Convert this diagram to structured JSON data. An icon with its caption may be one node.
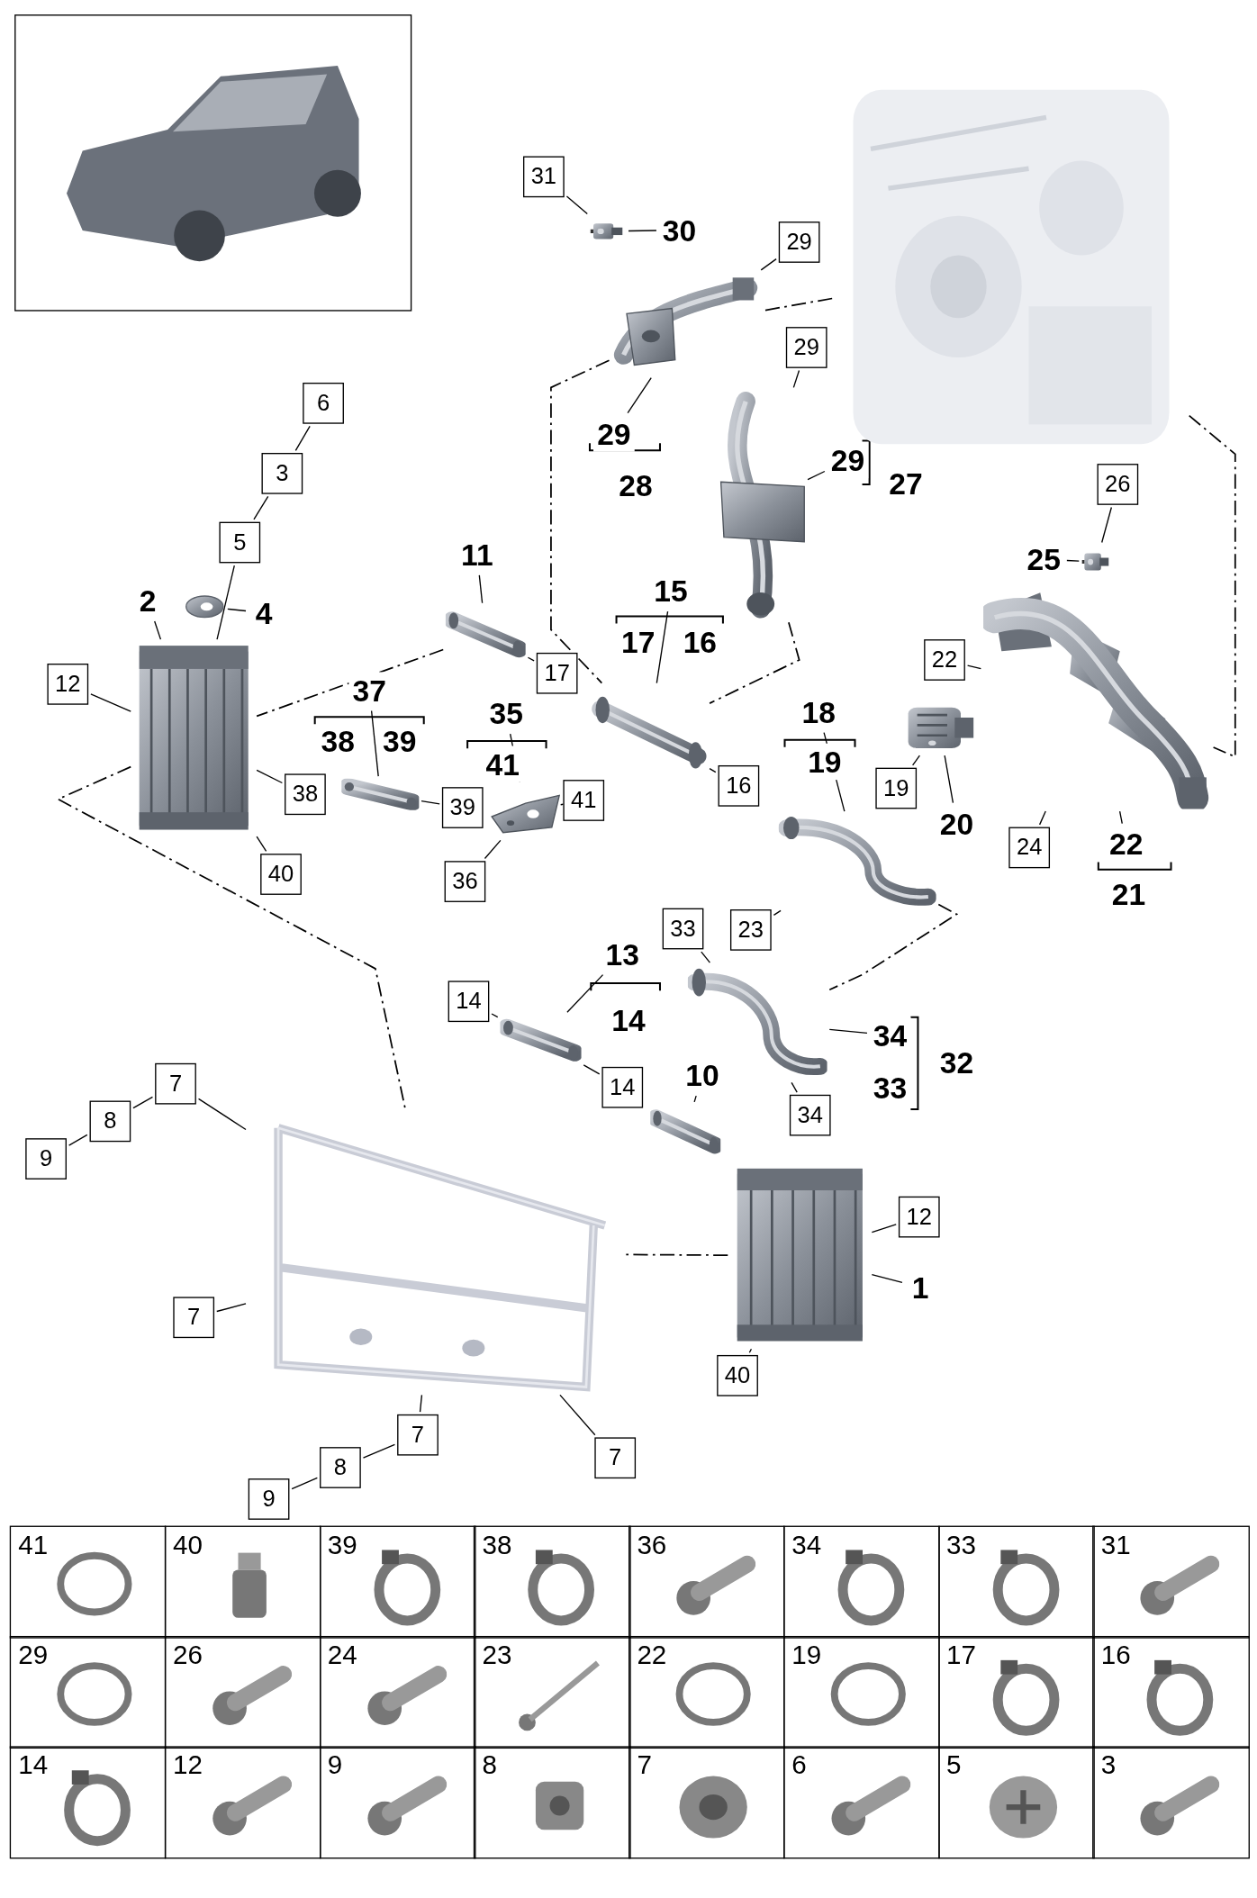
{
  "diagram": {
    "nodes": [
      {
        "text": [],
        "shape": "picture"
      },
      {
        "text": [],
        "shape": "picture"
      },
      {
        "text": [],
        "shape": "picture"
      },
      {
        "text": [],
        "shape": "picture"
      },
      {
        "text": [],
        "shape": "picture"
      },
      {
        "text": [],
        "shape": "picture"
      },
      {
        "text": [],
        "shape": "picture"
      },
      {
        "text": [],
        "shape": "picture"
      },
      {
        "text": [],
        "shape": "picture"
      },
      {
        "text": [],
        "shape": "picture"
      },
      {
        "text": [],
        "shape": "picture"
      },
      {
        "text": [],
        "shape": "picture"
      },
      {
        "text": [],
        "shape": "picture"
      },
      {
        "text": [],
        "shape": "picture"
      },
      {
        "text": [],
        "shape": "picture"
      },
      {
        "text": [],
        "shape": "picture"
      },
      {
        "text": [],
        "shape": "picture"
      },
      {
        "text": [],
        "shape": "picture"
      },
      {
        "text": [],
        "shape": "picture"
      },
      {
        "text": [
          "31"
        ]
      },
      {
        "text": [
          "30"
        ]
      },
      {
        "text": [
          "29"
        ]
      },
      {
        "text": [
          "29"
        ]
      },
      {
        "text": [
          "6"
        ]
      },
      {
        "text": [
          "29"
        ]
      },
      {
        "text": [
          "28"
        ]
      },
      {
        "text": [
          "29"
        ]
      },
      {
        "text": [
          "27"
        ]
      },
      {
        "text": [
          "26"
        ]
      },
      {
        "text": [
          "3"
        ]
      },
      {
        "text": [
          "5"
        ]
      },
      {
        "text": [
          "11"
        ]
      },
      {
        "text": [
          "25"
        ]
      },
      {
        "text": [
          "15"
        ]
      },
      {
        "text": [
          "2"
        ]
      },
      {
        "text": [
          "4"
        ]
      },
      {
        "text": [
          "17"
        ]
      },
      {
        "text": [
          "16"
        ]
      },
      {
        "text": [
          "17"
        ]
      },
      {
        "text": [
          "22"
        ]
      },
      {
        "text": [
          "12"
        ]
      },
      {
        "text": [
          "37"
        ]
      },
      {
        "text": [
          "18"
        ]
      },
      {
        "text": [
          "35"
        ]
      },
      {
        "text": [
          "38"
        ]
      },
      {
        "text": [
          "39"
        ]
      },
      {
        "text": [
          "24"
        ]
      },
      {
        "text": [
          "19"
        ]
      },
      {
        "text": [
          "41"
        ]
      },
      {
        "text": [
          "16"
        ]
      },
      {
        "text": [
          "19"
        ]
      },
      {
        "text": [
          "38"
        ]
      },
      {
        "text": [
          "41"
        ]
      },
      {
        "text": [
          "39"
        ]
      },
      {
        "text": [
          "20"
        ]
      },
      {
        "text": [
          "22"
        ]
      },
      {
        "text": [
          "40"
        ]
      },
      {
        "text": [
          "36"
        ]
      },
      {
        "text": [
          "23"
        ]
      },
      {
        "text": [
          "21"
        ]
      },
      {
        "text": [
          "33"
        ]
      },
      {
        "text": [
          "13"
        ]
      },
      {
        "text": [
          "14"
        ]
      },
      {
        "text": [
          "14"
        ]
      },
      {
        "text": [
          "34"
        ]
      },
      {
        "text": [
          "32"
        ]
      },
      {
        "text": [
          "10"
        ]
      },
      {
        "text": [
          "7"
        ]
      },
      {
        "text": [
          "33"
        ]
      },
      {
        "text": [
          "14"
        ]
      },
      {
        "text": [
          "34"
        ]
      },
      {
        "text": [
          "8"
        ]
      },
      {
        "text": [
          "9"
        ]
      },
      {
        "text": [
          "12"
        ]
      },
      {
        "text": [
          "1"
        ]
      },
      {
        "text": [
          "7"
        ]
      },
      {
        "text": [
          "40"
        ]
      },
      {
        "text": [
          "7"
        ]
      },
      {
        "text": [
          "8"
        ]
      },
      {
        "text": [
          "7"
        ]
      },
      {
        "text": [
          "9"
        ]
      }
    ],
    "edges": [
      {
        "from": 19,
        "to": 3,
        "arrow": "none"
      },
      {
        "from": 20,
        "to": 3,
        "arrow": "none"
      },
      {
        "from": 21,
        "to": 1,
        "arrow": "none"
      },
      {
        "from": 22,
        "to": 2,
        "arrow": "none"
      },
      {
        "from": 24,
        "to": 1,
        "arrow": "none"
      },
      {
        "from": 26,
        "to": 2,
        "arrow": "none"
      },
      {
        "from": 28,
        "to": 5,
        "arrow": "none"
      },
      {
        "from": 32,
        "to": 5,
        "arrow": "none"
      },
      {
        "from": 39,
        "to": 4,
        "arrow": "none"
      },
      {
        "from": 46,
        "to": 4,
        "arrow": "none"
      },
      {
        "from": 55,
        "to": 4,
        "arrow": "none"
      },
      {
        "from": 50,
        "to": 6,
        "arrow": "none"
      },
      {
        "from": 54,
        "to": 6,
        "arrow": "none"
      },
      {
        "from": 42,
        "to": 7,
        "arrow": "none"
      },
      {
        "from": 58,
        "to": 7,
        "arrow": "none"
      },
      {
        "from": 49,
        "to": 11,
        "arrow": "none"
      },
      {
        "from": 38,
        "to": 10,
        "arrow": "none"
      },
      {
        "from": 31,
        "to": 10,
        "arrow": "none"
      },
      {
        "from": 33,
        "to": 11,
        "arrow": "none"
      },
      {
        "from": 41,
        "to": 12,
        "arrow": "none"
      },
      {
        "from": 53,
        "to": 12,
        "arrow": "none"
      },
      {
        "from": 51,
        "to": 8,
        "arrow": "none"
      },
      {
        "from": 43,
        "to": 13,
        "arrow": "none"
      },
      {
        "from": 52,
        "to": 13,
        "arrow": "none"
      },
      {
        "from": 57,
        "to": 13,
        "arrow": "none"
      },
      {
        "from": 56,
        "to": 8,
        "arrow": "none"
      },
      {
        "from": 34,
        "to": 8,
        "arrow": "none"
      },
      {
        "from": 40,
        "to": 8,
        "arrow": "none"
      },
      {
        "from": 23,
        "to": 29,
        "arrow": "none"
      },
      {
        "from": 29,
        "to": 30,
        "arrow": "none"
      },
      {
        "from": 30,
        "to": 8,
        "arrow": "none"
      },
      {
        "from": 35,
        "to": 9,
        "arrow": "none"
      },
      {
        "from": 60,
        "to": 17,
        "arrow": "none"
      },
      {
        "from": 61,
        "to": 15,
        "arrow": "none"
      },
      {
        "from": 62,
        "to": 15,
        "arrow": "none"
      },
      {
        "from": 69,
        "to": 15,
        "arrow": "none"
      },
      {
        "from": 66,
        "to": 16,
        "arrow": "none"
      },
      {
        "from": 64,
        "to": 17,
        "arrow": "none"
      },
      {
        "from": 70,
        "to": 17,
        "arrow": "none"
      },
      {
        "from": 73,
        "to": 18,
        "arrow": "none"
      },
      {
        "from": 74,
        "to": 18,
        "arrow": "none"
      },
      {
        "from": 76,
        "to": 18,
        "arrow": "none"
      },
      {
        "from": 67,
        "to": 14,
        "arrow": "none"
      },
      {
        "from": 71,
        "to": 67,
        "arrow": "none"
      },
      {
        "from": 72,
        "to": 71,
        "arrow": "none"
      },
      {
        "from": 75,
        "to": 14,
        "arrow": "none"
      },
      {
        "from": 77,
        "to": 14,
        "arrow": "none"
      },
      {
        "from": 78,
        "to": 77,
        "arrow": "none"
      },
      {
        "from": 80,
        "to": 78,
        "arrow": "none"
      },
      {
        "from": 79,
        "to": 14,
        "arrow": "none"
      },
      {
        "from": 1,
        "to": 11,
        "arrow": "none",
        "style": "dashed"
      },
      {
        "from": 2,
        "to": 11,
        "arrow": "none",
        "style": "dashed"
      },
      {
        "from": 0,
        "to": 4,
        "arrow": "none",
        "style": "dashed"
      },
      {
        "from": 1,
        "to": 0,
        "arrow": "none",
        "style": "dashed"
      },
      {
        "from": 10,
        "to": 8,
        "arrow": "none",
        "style": "dashed"
      },
      {
        "from": 8,
        "to": 14,
        "arrow": "none",
        "style": "dashed"
      },
      {
        "from": 7,
        "to": 17,
        "arrow": "none",
        "style": "dashed"
      },
      {
        "from": 18,
        "to": 14,
        "arrow": "none",
        "style": "dashed"
      }
    ],
    "labels": [
      "41",
      "40",
      "39",
      "38",
      "36",
      "34",
      "33",
      "31",
      "29",
      "26",
      "24",
      "23",
      "22",
      "19",
      "17",
      "16",
      "14",
      "12",
      "9",
      "8",
      "7",
      "6",
      "5",
      "3"
    ]
  }
}
